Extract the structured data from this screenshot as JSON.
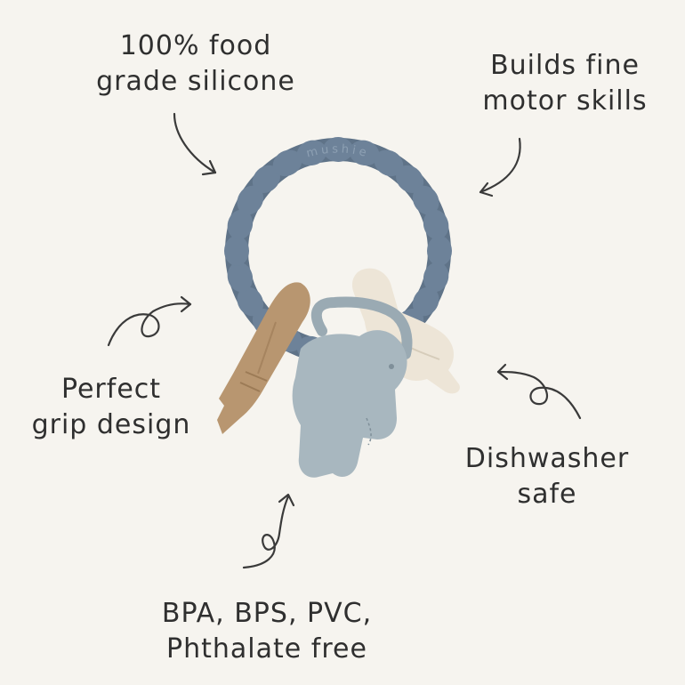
{
  "features": {
    "silicone": {
      "line1": "100% food",
      "line2": "grade silicone"
    },
    "motor": {
      "line1": "Builds fine",
      "line2": "motor skills"
    },
    "grip": {
      "line1": "Perfect",
      "line2": "grip design"
    },
    "dishwasher": {
      "line1": "Dishwasher",
      "line2": "safe"
    },
    "bpa": {
      "line1": "BPA, BPS, PVC,",
      "line2": "Phthalate free"
    }
  },
  "ring": {
    "brand": "mushie"
  },
  "icons": [
    "arrow-silicone-icon",
    "arrow-motor-icon",
    "arrow-grip-icon",
    "arrow-dish-icon",
    "arrow-bpa-icon"
  ],
  "colors": {
    "background": "#f6f4ef",
    "ring": "#6d8299",
    "rocket": "#b89670",
    "plane": "#ede5d7",
    "elephant": "#a8b7bf",
    "text": "#2f2f2f"
  }
}
